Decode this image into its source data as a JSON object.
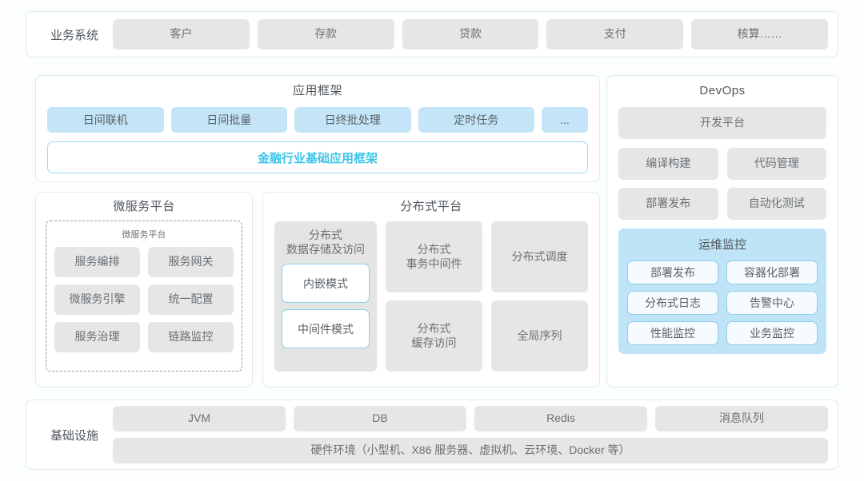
{
  "business_system": {
    "label": "业务系统",
    "items": [
      "客户",
      "存款",
      "贷款",
      "支付",
      "核算……"
    ]
  },
  "app_framework": {
    "title": "应用框架",
    "items": [
      "日间联机",
      "日间批量",
      "日终批处理",
      "定时任务",
      "..."
    ],
    "banner": "金融行业基础应用框架",
    "banner_color": "#3cc4e8"
  },
  "microservice_platform": {
    "title": "微服务平台",
    "inner_title": "微服务平台",
    "items": [
      "服务编排",
      "服务网关",
      "微服务引擎",
      "统一配置",
      "服务治理",
      "链路监控"
    ]
  },
  "distributed_platform": {
    "title": "分布式平台",
    "left_column": {
      "title": "分布式\n数据存储及访问",
      "title_line1": "分布式",
      "title_line2": "数据存储及访问",
      "modes": [
        "内嵌模式",
        "中间件模式"
      ]
    },
    "right_items": [
      {
        "line1": "分布式",
        "line2": "事务中间件"
      },
      {
        "line1": "分布式调度",
        "line2": ""
      },
      {
        "line1": "分布式",
        "line2": "缓存访问"
      },
      {
        "line1": "全局序列",
        "line2": ""
      }
    ]
  },
  "devops": {
    "title": "DevOps",
    "platform": "开发平台",
    "items": [
      "编译构建",
      "代码管理",
      "部署发布",
      "自动化测试"
    ],
    "ops_monitor": {
      "title": "运维监控",
      "items": [
        "部署发布",
        "容器化部署",
        "分布式日志",
        "告警中心",
        "性能监控",
        "业务监控"
      ],
      "background": "#bfe3f7"
    }
  },
  "infrastructure": {
    "label": "基础设施",
    "items": [
      "JVM",
      "DB",
      "Redis",
      "消息队列"
    ],
    "hardware": "硬件环境（小型机、X86 服务器、虚拟机、云环境、Docker 等）"
  },
  "colors": {
    "panel_border": "#dcecef",
    "chip_gray": "#e6e6e6",
    "chip_blue": "#c3e5f7",
    "accent": "#3cc4e8"
  }
}
